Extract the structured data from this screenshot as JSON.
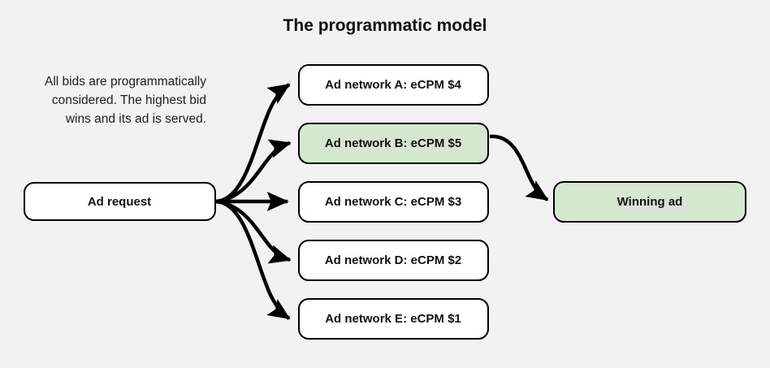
{
  "page": {
    "title": "The programmatic model",
    "background_color": "#f2f2f2"
  },
  "description": {
    "lines": [
      "All bids are programmatically",
      "considered. The highest bid",
      "wins and its ad is served."
    ]
  },
  "colors": {
    "box_fill_default": "#ffffff",
    "box_fill_highlight": "#d3e8ce",
    "border": "#000000",
    "text": "#111111",
    "arrow": "#000000"
  },
  "nodes": {
    "source": {
      "label": "Ad request",
      "fill": "#ffffff"
    },
    "networks": [
      {
        "label": "Ad network A: eCPM $4",
        "fill": "#ffffff",
        "highlighted": false,
        "ecpm": 4
      },
      {
        "label": "Ad network B: eCPM $5",
        "fill": "#d3e8ce",
        "highlighted": true,
        "ecpm": 5
      },
      {
        "label": "Ad network C: eCPM $3",
        "fill": "#ffffff",
        "highlighted": false,
        "ecpm": 3
      },
      {
        "label": "Ad network D: eCPM $2",
        "fill": "#ffffff",
        "highlighted": false,
        "ecpm": 2
      },
      {
        "label": "Ad network E: eCPM $1",
        "fill": "#ffffff",
        "highlighted": false,
        "ecpm": 1
      }
    ],
    "winner": {
      "label": "Winning ad",
      "fill": "#d3e8ce"
    }
  }
}
